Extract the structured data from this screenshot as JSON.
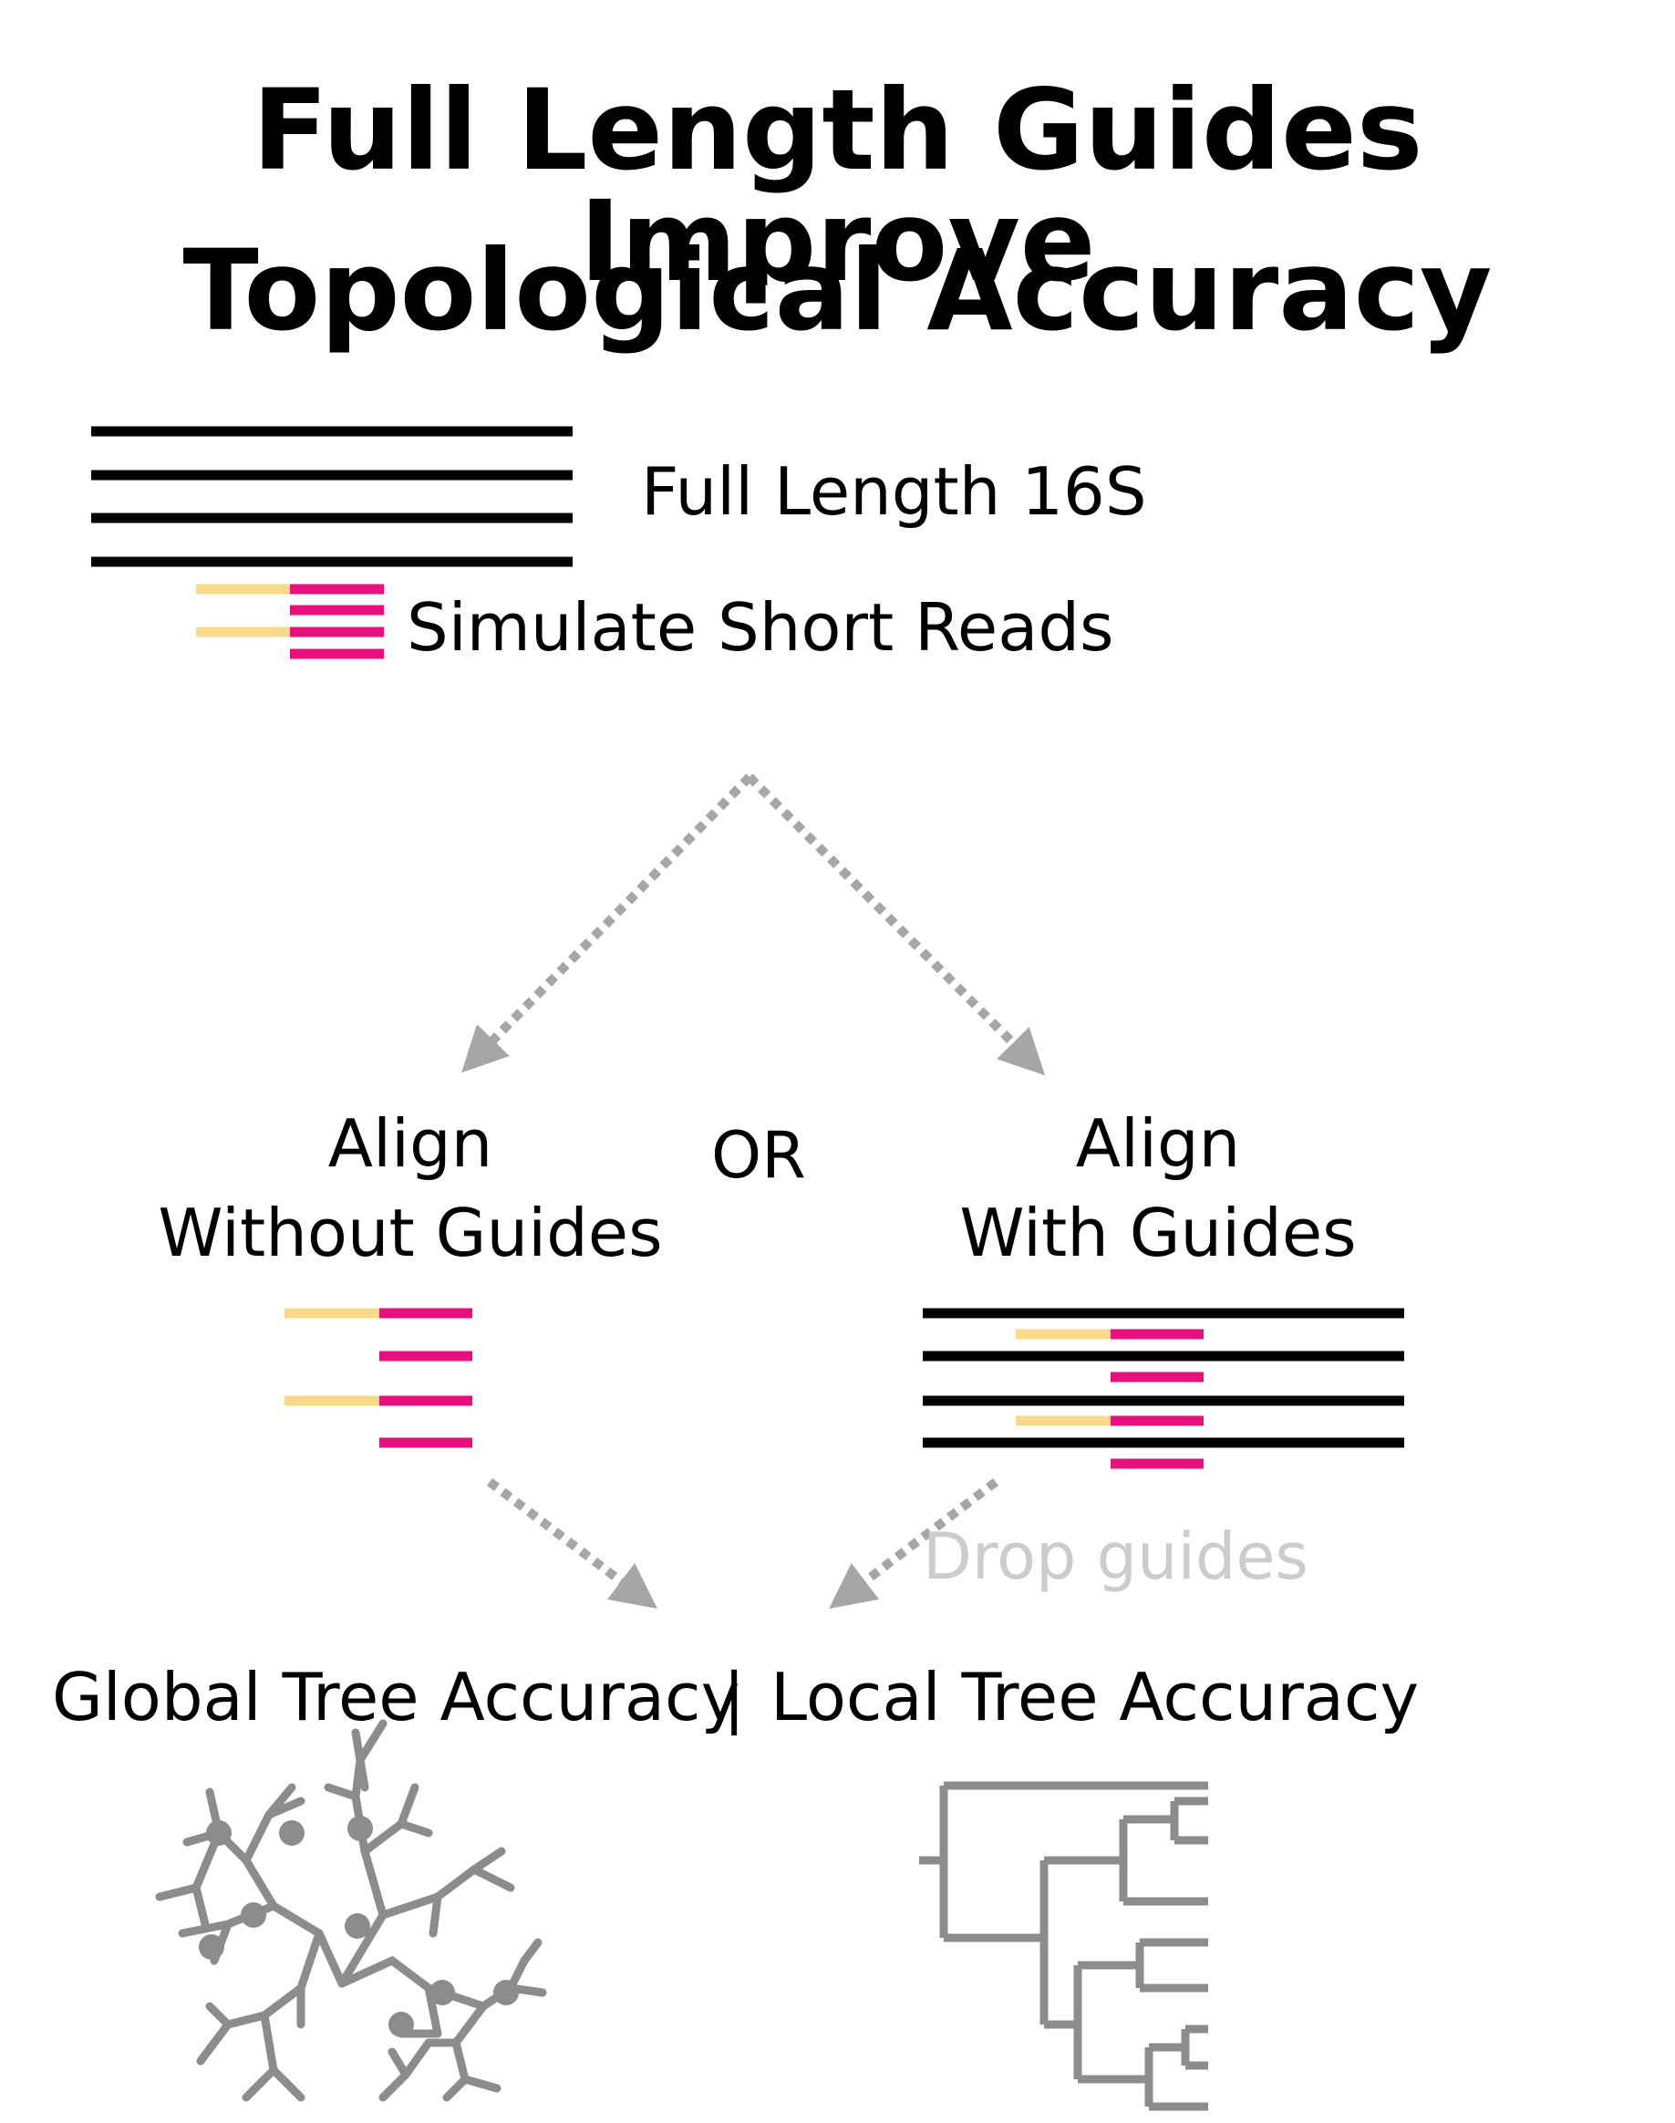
{
  "title": {
    "line1": "Full Length Guides Improve",
    "line2": "Topological Accuracy"
  },
  "labels": {
    "full_length": "Full Length 16S",
    "simulate": "Simulate Short Reads",
    "or": "OR",
    "without_guides_line1": "Align",
    "without_guides_line2": "Without Guides",
    "with_guides_line1": "Align",
    "with_guides_line2": "With Guides",
    "drop_guides": "Drop guides",
    "global_accuracy": "Global Tree Accuracy",
    "separator": "|",
    "local_accuracy": "Local Tree Accuracy"
  },
  "colors": {
    "reference_line": "#000000",
    "read_aligned": "#e8107f",
    "read_overhang": "#fad98a",
    "arrow": "#a6a6a6",
    "drop_text": "#cccccc",
    "tree": "#8c8c8c"
  },
  "icons": {
    "global": "unrooted-tree-icon",
    "local": "rooted-tree-icon"
  }
}
